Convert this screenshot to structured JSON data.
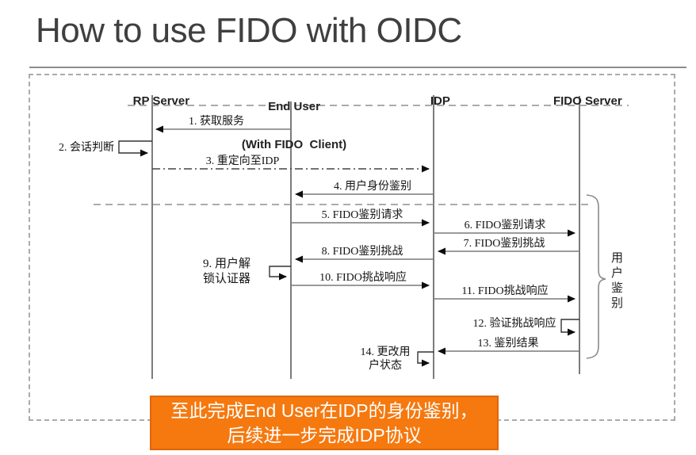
{
  "slide": {
    "title": "How to use FIDO with OIDC",
    "title_color": "#3f3f3f"
  },
  "diagram": {
    "actors": [
      {
        "name": "RP Server"
      },
      {
        "name": "End User",
        "subtitle": "(With FIDO  Client)"
      },
      {
        "name": "IDP"
      },
      {
        "name": "FIDO Server"
      }
    ],
    "messages": [
      {
        "label": "1. 获取服务",
        "from": "End User",
        "to": "RP Server",
        "style": "solid"
      },
      {
        "label": "2. 会话判断",
        "type": "self",
        "actor": "RP Server"
      },
      {
        "label": "3. 重定向至IDP",
        "from": "RP Server",
        "to": "IDP",
        "style": "dash-dot"
      },
      {
        "label": "4. 用户身份鉴别",
        "from": "IDP",
        "to": "End User",
        "style": "solid"
      },
      {
        "label": "5. FIDO鉴别请求",
        "from": "End User",
        "to": "IDP",
        "style": "solid"
      },
      {
        "label": "6. FIDO鉴别请求",
        "from": "IDP",
        "to": "FIDO Server",
        "style": "solid"
      },
      {
        "label": "7. FIDO鉴别挑战",
        "from": "FIDO Server",
        "to": "IDP",
        "style": "solid"
      },
      {
        "label": "8. FIDO鉴别挑战",
        "from": "IDP",
        "to": "End User",
        "style": "solid"
      },
      {
        "label": "9. 用户解锁认证器",
        "line1": "9. 用户解",
        "line2": "锁认证器",
        "type": "self",
        "actor": "End User"
      },
      {
        "label": "10. FIDO挑战响应",
        "from": "End User",
        "to": "IDP",
        "style": "solid"
      },
      {
        "label": "11. FIDO挑战响应",
        "from": "IDP",
        "to": "FIDO Server",
        "style": "solid"
      },
      {
        "label": "12. 验证挑战响应",
        "type": "self",
        "actor": "FIDO Server"
      },
      {
        "label": "13. 鉴别结果",
        "from": "FIDO Server",
        "to": "IDP",
        "style": "solid"
      },
      {
        "label": "14. 更改用户状态",
        "line1": "14. 更改用",
        "line2": "户状态",
        "type": "self",
        "actor": "IDP"
      }
    ],
    "brace_annotation": "用户鉴别"
  },
  "banner": {
    "line1": "至此完成End User在IDP的身份鉴别，",
    "line2": "后续进一步完成IDP协议",
    "background": "#f5790f",
    "border_color": "#e0660b",
    "text_color": "#ffffff"
  }
}
